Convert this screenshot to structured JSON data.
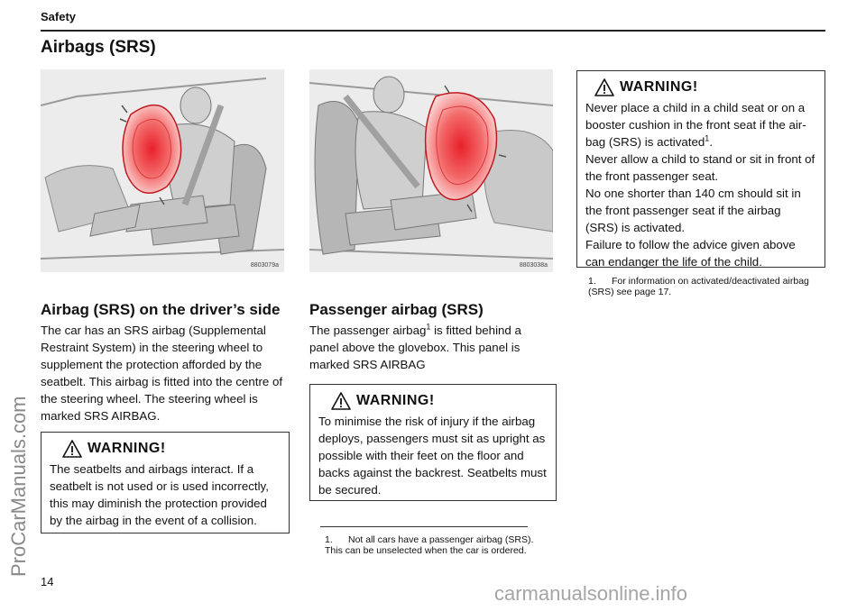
{
  "header": {
    "section": "Safety",
    "title": "Airbags (SRS)"
  },
  "images": {
    "driver_code": "8803079a",
    "passenger_code": "8803038a"
  },
  "driver": {
    "heading": "Airbag (SRS) on the driver’s side",
    "body": "The car has an SRS airbag (Supplemental Restraint System) in the steering wheel to supplement the protection afforded by the seatbelt. This airbag is fitted into the centre of the steering wheel. The steering wheel is marked SRS AIRBAG.",
    "warning_title": "WARNING!",
    "warning_body": "The seatbelts and airbags interact. If a seatbelt is not used or is used incorrectly, this may diminish the protection provided by the airbag in the event of a collision."
  },
  "passenger": {
    "heading": "Passenger airbag (SRS)",
    "body_pre": "The passenger airbag",
    "body_sup": "1",
    "body_post": " is fitted behind a panel above the glovebox. This panel is marked SRS AIRBAG",
    "warning_title": "WARNING!",
    "warning_body": "To minimise the risk of injury if the airbag deploys, passengers must sit as upright as possible with their feet on the floor and backs against the backrest. Seatbelts must be secured.",
    "footnote_num": "1.",
    "footnote_text": "Not all cars have a passenger airbag (SRS). This can be unselected when the car is ordered."
  },
  "right": {
    "warning_title": "WARNING!",
    "warning_line1": "Never place a child in a child seat or on a booster cushion in the front seat if the air-bag (SRS) is activated",
    "warning_line1_sup": "1",
    "warning_line1_end": ".",
    "warning_line2": "Never allow a child to stand or sit in front of the front passenger seat.",
    "warning_line3": "No one shorter than 140 cm should sit in the front passenger seat if the airbag (SRS) is activated.",
    "warning_line4": "Failure to follow the advice given above can endanger the life of the child.",
    "footnote_num": "1.",
    "footnote_text": "For information on activated/deactivated airbag (SRS) see page 17."
  },
  "page_number": "14",
  "watermarks": {
    "side": "ProCarManuals.com",
    "bottom": "carmanualsonline.info"
  },
  "colors": {
    "airbag_red": "#e8202a",
    "airbag_mid": "#f36a6a",
    "airbag_light": "#fbd4d4",
    "warn_yellow": "#ffffff"
  },
  "icons": {
    "warning": "warning-triangle-icon"
  }
}
